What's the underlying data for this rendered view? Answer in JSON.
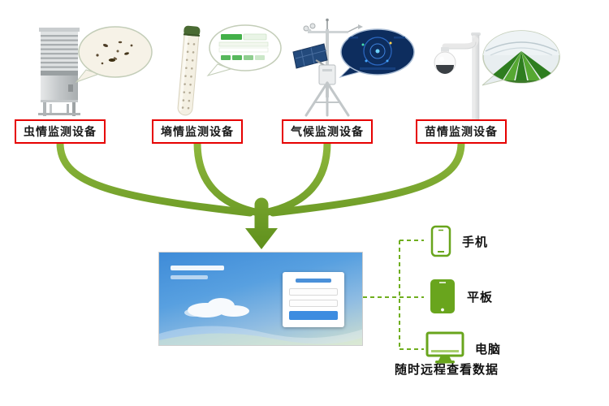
{
  "diagram": {
    "devices": [
      {
        "label": "虫情监测设备"
      },
      {
        "label": "墒情监测设备"
      },
      {
        "label": "气候监测设备"
      },
      {
        "label": "苗情监测设备"
      }
    ],
    "clients": [
      {
        "label": "手机"
      },
      {
        "label": "平板"
      },
      {
        "label": "电脑"
      }
    ],
    "footer_note": "随时远程查看数据",
    "colors": {
      "connector_green": "#6f9c1f",
      "label_border_red": "#e60000",
      "client_icon_green": "#69a51d",
      "platform_blue": "#3e8bd8"
    }
  }
}
